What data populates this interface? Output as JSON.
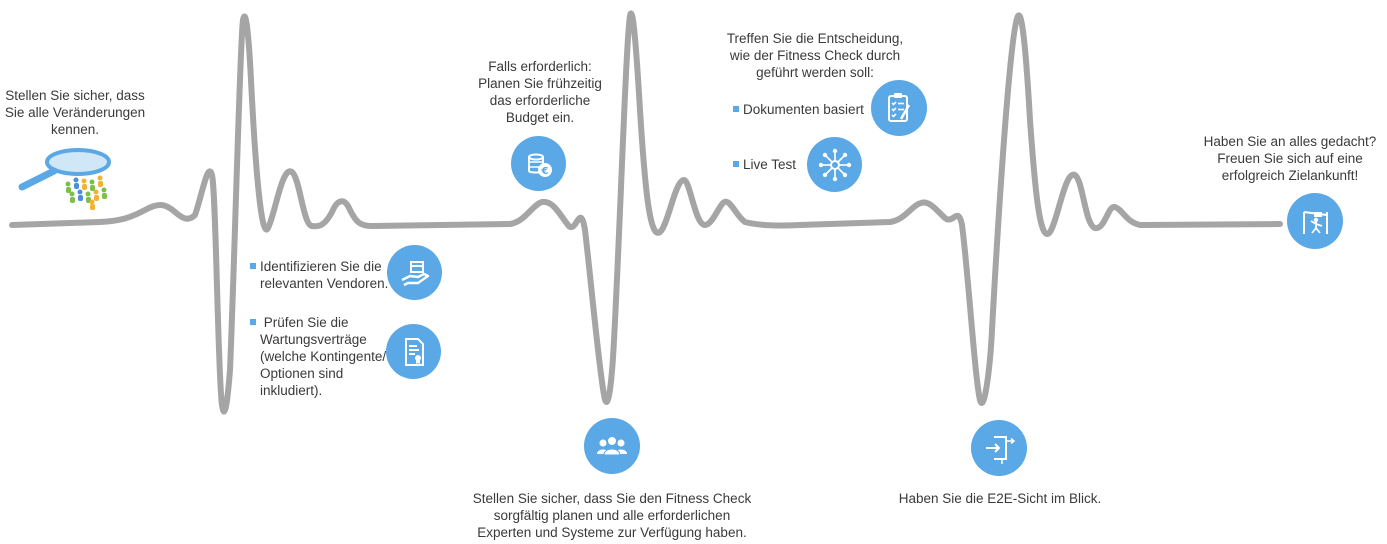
{
  "colors": {
    "wave": "#a5a5a5",
    "accent": "#5aa8e6",
    "text": "#3a3a3a"
  },
  "steps": {
    "step1": {
      "lines": [
        "Stellen Sie sicher, dass",
        "Sie alle Veränderungen",
        "kennen."
      ],
      "icon": "magnifier-people-icon"
    },
    "step2": {
      "bullet1": [
        "Identifizieren Sie die",
        "relevanten Vendoren."
      ],
      "bullet2": [
        "Prüfen Sie die",
        "Wartungsverträge",
        "(welche Kontingente/",
        "Optionen sind",
        "inkludiert)."
      ],
      "icon1": "hand-box-icon",
      "icon2": "contract-icon"
    },
    "step3": {
      "lines": [
        "Falls erforderlich:",
        "Planen Sie frühzeitig",
        "das erforderliche",
        "Budget ein."
      ],
      "icon": "coins-euro-icon"
    },
    "step4": {
      "lines": [
        "Stellen Sie sicher, dass Sie den Fitness Check",
        "sorgfältig planen und alle erforderlichen",
        "Experten und Systeme zur Verfügung haben."
      ],
      "icon": "team-icon"
    },
    "step5": {
      "lines": [
        "Treffen Sie die Entscheidung,",
        "wie der Fitness Check durch",
        "geführt werden soll:"
      ],
      "bullet1": "Dokumenten basiert",
      "bullet2": "Live Test",
      "icon1": "checklist-icon",
      "icon2": "network-icon"
    },
    "step6": {
      "lines": [
        "Haben Sie die E2E-Sicht im Blick."
      ],
      "icon": "e2e-arrows-icon"
    },
    "step7": {
      "lines": [
        "Haben Sie an alles gedacht?",
        "Freuen Sie sich auf eine",
        "erfolgreich Zielankunft!"
      ],
      "icon": "finish-line-icon"
    }
  }
}
